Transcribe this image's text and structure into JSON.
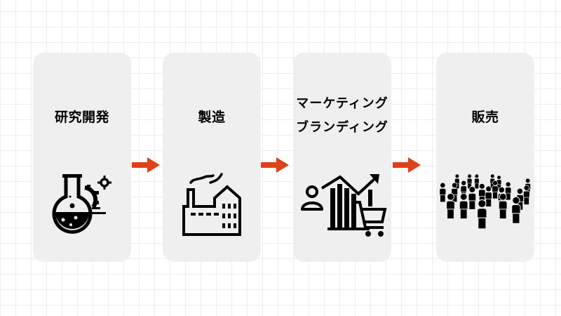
{
  "colors": {
    "card_bg": "#efefef",
    "arrow": "#e0401a",
    "text": "#000000",
    "grid_line": "#ececec"
  },
  "steps": [
    {
      "title": "研究開発",
      "icon": "flask-gear-icon"
    },
    {
      "title": "製造",
      "icon": "factory-icon"
    },
    {
      "title_lines": [
        "マーケティング",
        "ブランディング"
      ],
      "icon": "marketing-chart-cart-icon"
    },
    {
      "title": "販売",
      "icon": "crowd-people-icon"
    }
  ],
  "connectors": [
    {
      "from": 0,
      "to": 1,
      "icon": "arrow-right-icon"
    },
    {
      "from": 1,
      "to": 2,
      "icon": "arrow-right-icon"
    },
    {
      "from": 2,
      "to": 3,
      "icon": "arrow-right-icon"
    }
  ]
}
